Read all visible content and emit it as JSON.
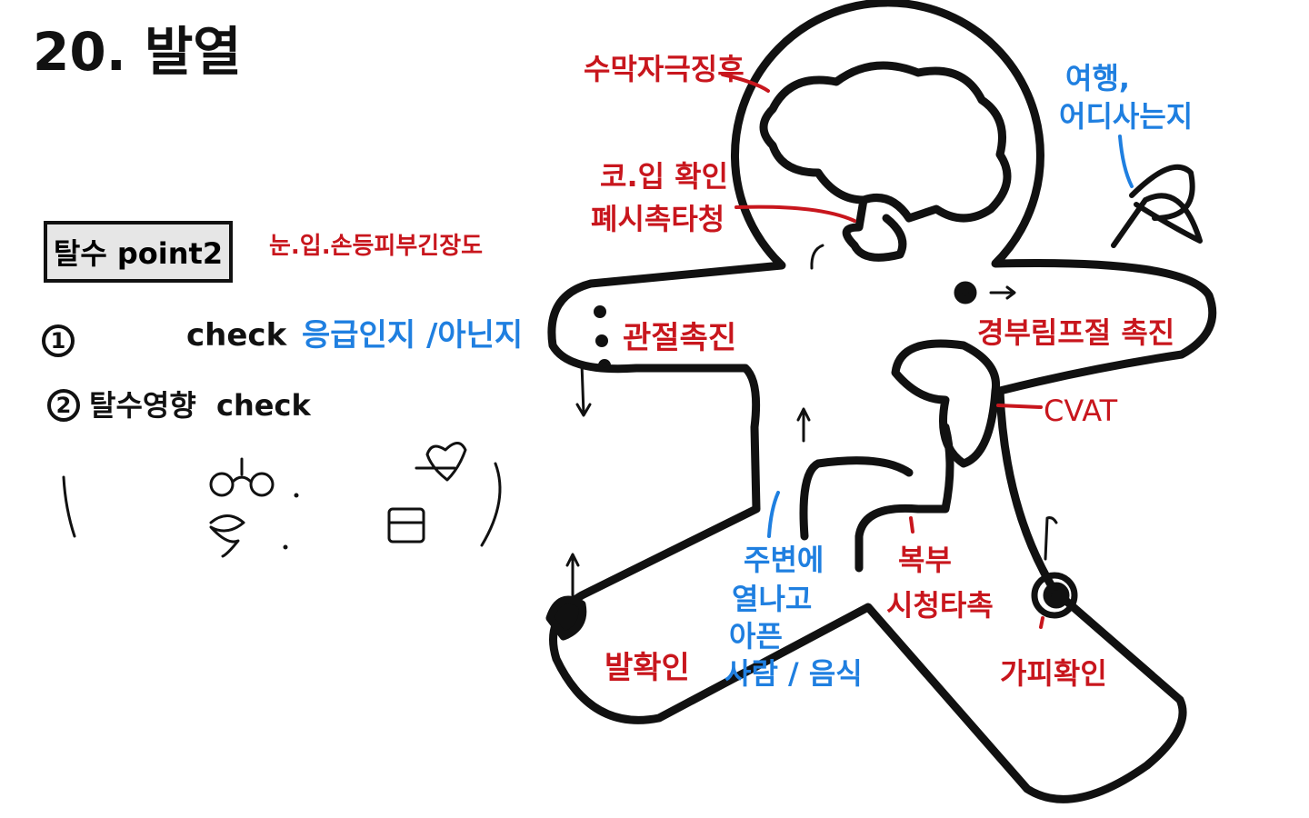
{
  "title": "20. 발열",
  "left_panel": {
    "box_label": "탈수 point2",
    "box_note": "눈.입.손등피부긴장도",
    "item1": {
      "number": "1",
      "label": "check",
      "note": "응급인지 /아닌지"
    },
    "item2": {
      "number": "2",
      "label": "탈수영향  check"
    }
  },
  "body_labels": {
    "meningeal": "수막자극징후",
    "nose_mouth": "코.입 확인",
    "lung": "폐시촉타청",
    "travel_line1": "여행,",
    "travel_line2": "어디사는지",
    "joint": "관절촉진",
    "lymph": "경부림프절 촉진",
    "cvat": "CVAT",
    "contacts_line1": "주변에",
    "contacts_line2": "열나고",
    "contacts_line3": "아픈",
    "contacts_line4": "사람 / 음식",
    "abdomen_line1": "복부",
    "abdomen_line2": "시청타촉",
    "eschar": "가피확인",
    "foot": "발확인"
  },
  "colors": {
    "red": "#c8161d",
    "blue": "#1f7fe0",
    "ink": "#111111",
    "box": "#e6e6e6"
  }
}
